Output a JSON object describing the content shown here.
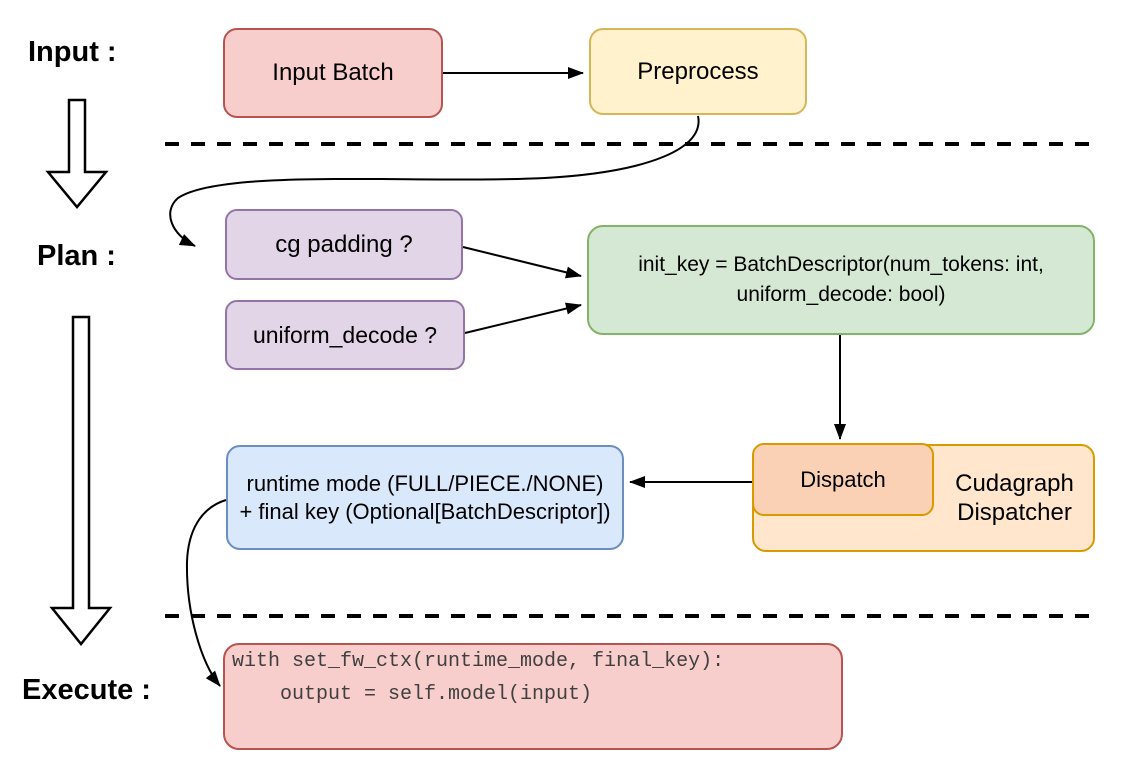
{
  "stages": {
    "input_label": "Input :",
    "plan_label": "Plan :",
    "execute_label": "Execute :"
  },
  "nodes": {
    "input_batch": {
      "label": "Input Batch"
    },
    "preprocess": {
      "label": "Preprocess"
    },
    "cg_padding": {
      "label": "cg padding ?"
    },
    "uniform_decode": {
      "label": "uniform_decode ?"
    },
    "init_key": {
      "line1": "init_key = BatchDescriptor(num_tokens: int,",
      "line2": "uniform_decode: bool)"
    },
    "dispatch": {
      "label": "Dispatch"
    },
    "cudagraph_dispatcher": {
      "line1": "Cudagraph",
      "line2": "Dispatcher"
    },
    "runtime_key": {
      "line1": "runtime mode (FULL/PIECE./NONE)",
      "line2": "+ final key (Optional[BatchDescriptor])"
    },
    "execute_code": {
      "line1": "with set_fw_ctx(runtime_mode, final_key):",
      "line2": "    output = self.model(input)"
    }
  },
  "connections": [
    {
      "from": "input_batch",
      "to": "preprocess",
      "style": "straight-arrow"
    },
    {
      "from": "preprocess",
      "to": "cg_padding",
      "style": "curved-arrow"
    },
    {
      "from": "cg_padding",
      "to": "init_key",
      "style": "straight-arrow"
    },
    {
      "from": "uniform_decode",
      "to": "init_key",
      "style": "straight-arrow"
    },
    {
      "from": "init_key",
      "to": "dispatch",
      "style": "straight-arrow"
    },
    {
      "from": "dispatch",
      "to": "runtime_key",
      "style": "straight-arrow"
    },
    {
      "from": "runtime_key",
      "to": "execute_code",
      "style": "curved-arrow"
    }
  ],
  "colors": {
    "input_batch_fill": "#f8cecc",
    "input_batch_stroke": "#b85450",
    "preprocess_fill": "#fff2cc",
    "preprocess_stroke": "#d6b656",
    "question_fill": "#e1d5e7",
    "question_stroke": "#9673a6",
    "init_key_fill": "#d5e8d4",
    "init_key_stroke": "#82b366",
    "dispatch_fill": "#fbd1b5",
    "dispatcher_fill": "#ffe6cc",
    "dispatcher_stroke": "#d79b00",
    "runtime_key_fill": "#dae8fc",
    "runtime_key_stroke": "#6c8ebf",
    "execute_code_fill": "#f8cecc",
    "execute_code_stroke": "#b85450",
    "line_color": "#000000"
  }
}
